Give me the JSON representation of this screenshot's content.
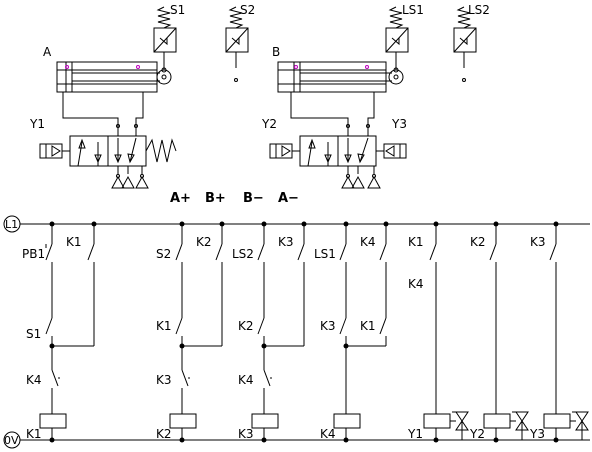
{
  "cylinders": {
    "a": {
      "label": "A",
      "limit_switches": [
        "S1",
        "S2"
      ],
      "solenoids": [
        "Y1"
      ]
    },
    "b": {
      "label": "B",
      "limit_switches": [
        "LS1",
        "LS2"
      ],
      "solenoids": [
        "Y2",
        "Y3"
      ]
    }
  },
  "sequence": [
    "A+",
    "B+",
    "B−",
    "A−"
  ],
  "rails": {
    "top": "L1",
    "bottom": "0V"
  },
  "rungs": [
    {
      "id": "r1",
      "contacts": [
        "PB1",
        "S1",
        "K4"
      ],
      "parallel": [
        "K1"
      ],
      "coil": "K1"
    },
    {
      "id": "r2",
      "contacts": [
        "S2",
        "K1",
        "K3"
      ],
      "parallel": [
        "K2"
      ],
      "coil": "K2"
    },
    {
      "id": "r3",
      "contacts": [
        "LS2",
        "K2",
        "K4"
      ],
      "parallel": [
        "K3"
      ],
      "coil": "K3"
    },
    {
      "id": "r4",
      "contacts": [
        "LS1",
        "K3"
      ],
      "parallel": [
        "K4",
        "K1"
      ],
      "coil": "K4"
    },
    {
      "id": "r5",
      "contacts": [
        "K1",
        "K4"
      ],
      "coil": "Y1"
    },
    {
      "id": "r6",
      "contacts": [
        "K2"
      ],
      "coil": "Y2"
    },
    {
      "id": "r7",
      "contacts": [
        "K3"
      ],
      "coil": "Y3"
    }
  ],
  "colors": {
    "line": "#000000",
    "port_marker": "#c000c0",
    "background": "#ffffff"
  }
}
